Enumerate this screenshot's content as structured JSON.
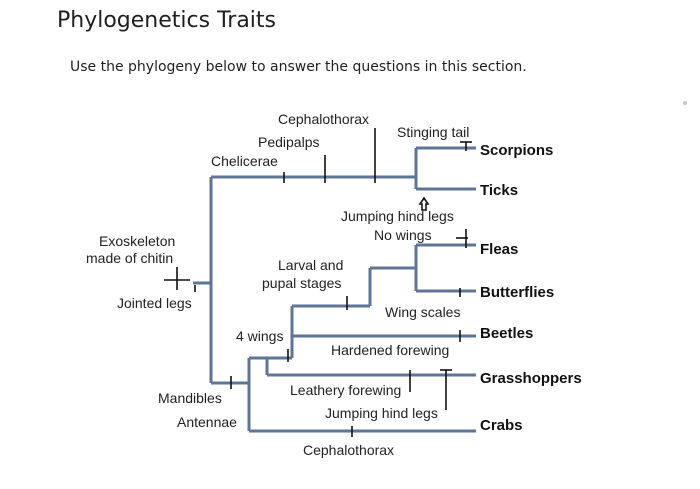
{
  "title": "Phylogenetics Traits",
  "instructions": "Use the phylogeny below to answer the questions in this section.",
  "colors": {
    "branch": "#5e7598",
    "text": "#222222",
    "tick": "#111111"
  },
  "taxa": [
    "Scorpions",
    "Ticks",
    "Fleas",
    "Butterflies",
    "Beetles",
    "Grasshoppers",
    "Crabs"
  ],
  "traits": {
    "cephalothorax_top": "Cephalothorax",
    "pedipalps": "Pedipalps",
    "chelicerae": "Chelicerae",
    "stinging_tail": "Stinging tail",
    "jumping_hind_legs_upper": "Jumping hind legs",
    "no_wings": "No wings",
    "exoskeleton_line1": "Exoskeleton",
    "exoskeleton_line2": "made of chitin",
    "larval_line1": "Larval and",
    "larval_line2": "pupal stages",
    "jointed_legs": "Jointed legs",
    "wing_scales": "Wing scales",
    "four_wings": "4 wings",
    "hardened_forewing": "Hardened forewing",
    "mandibles": "Mandibles",
    "antennae": "Antennae",
    "leathery_forewing": "Leathery forewing",
    "jumping_hind_legs_lower": "Jumping hind legs",
    "cephalothorax_bottom": "Cephalothorax"
  }
}
